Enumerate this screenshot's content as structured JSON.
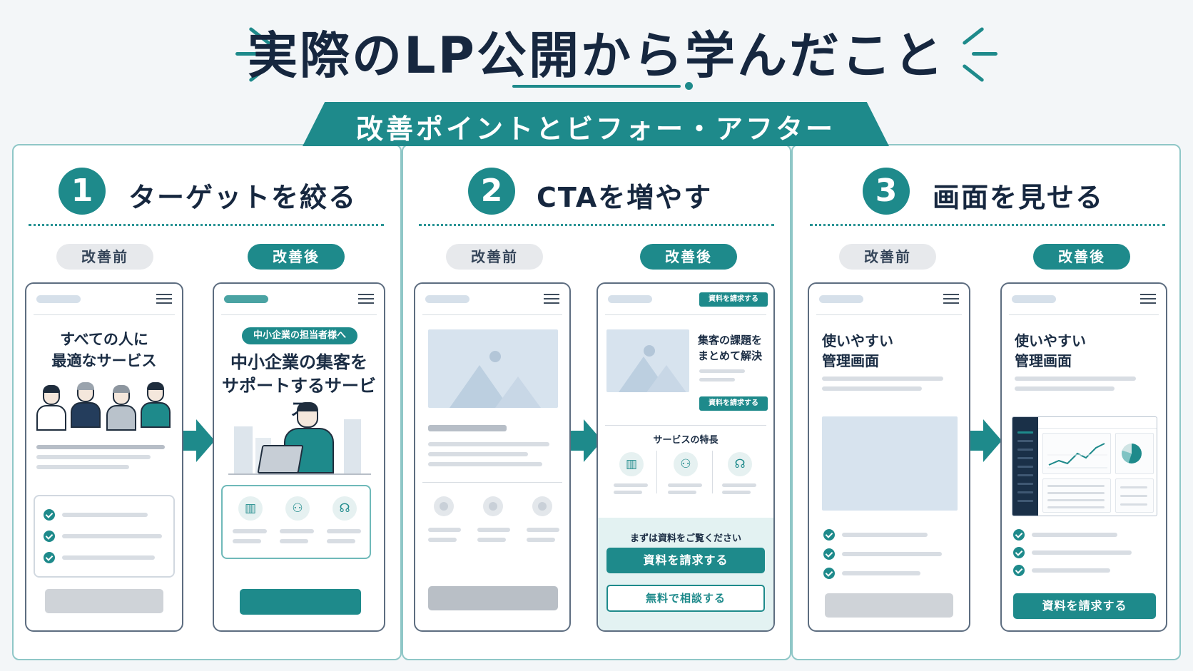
{
  "title": "実際のLP公開から学んだこと",
  "banner": "改善ポイントとビフォー・アフター",
  "labels": {
    "before": "改善前",
    "after": "改善後"
  },
  "colors": {
    "accent": "#1e8a8b",
    "navy": "#16273f"
  },
  "steps": [
    {
      "num": "1",
      "title": "ターゲットを絞る",
      "before_heading_l1": "すべての人に",
      "before_heading_l2": "最適なサービス",
      "after_tag": "中小企業の担当者様へ",
      "after_heading_l1": "中小企業の集客を",
      "after_heading_l2": "サポートするサービス"
    },
    {
      "num": "2",
      "title": "CTAを増やす",
      "after_top_button": "資料を請求する",
      "after_hero_l1": "集客の課題を",
      "after_hero_l2": "まとめて解決",
      "after_hero_button": "資料を請求する",
      "after_features_title": "サービスの特長",
      "after_cta_lead": "まずは資料をご覧ください",
      "after_cta_primary": "資料を請求する",
      "after_cta_secondary": "無料で相談する"
    },
    {
      "num": "3",
      "title": "画面を見せる",
      "before_heading_l1": "使いやすい",
      "before_heading_l2": "管理画面",
      "after_heading_l1": "使いやすい",
      "after_heading_l2": "管理画面",
      "after_button": "資料を請求する"
    }
  ],
  "icons": [
    "bar-chart-icon",
    "users-icon",
    "headset-icon",
    "menu-icon",
    "check-icon",
    "image-placeholder-icon",
    "arrow-right-icon"
  ]
}
